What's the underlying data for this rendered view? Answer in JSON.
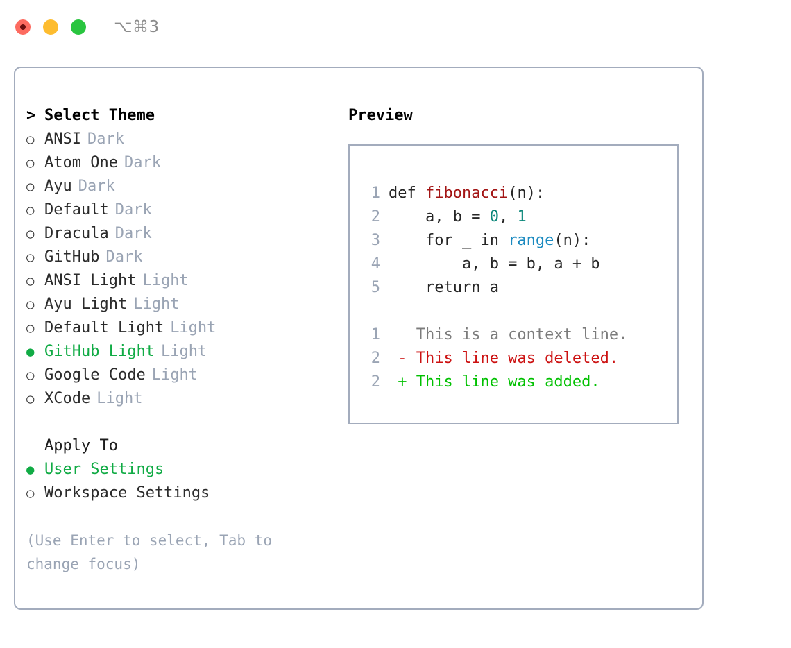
{
  "titlebar": {
    "shortcut": "⌥⌘3",
    "lights": [
      "close-red",
      "minimize-amber",
      "maximize-green"
    ]
  },
  "theme_panel": {
    "heading": "Select Theme",
    "heading_marker": ">",
    "bullet_off": "○",
    "bullet_on": "●",
    "themes": [
      {
        "name": "ANSI",
        "variant": "Dark",
        "selected": false
      },
      {
        "name": "Atom One",
        "variant": "Dark",
        "selected": false
      },
      {
        "name": "Ayu",
        "variant": "Dark",
        "selected": false
      },
      {
        "name": "Default",
        "variant": "Dark",
        "selected": false
      },
      {
        "name": "Dracula",
        "variant": "Dark",
        "selected": false
      },
      {
        "name": "GitHub",
        "variant": "Dark",
        "selected": false
      },
      {
        "name": "ANSI Light",
        "variant": "Light",
        "selected": false
      },
      {
        "name": "Ayu Light",
        "variant": "Light",
        "selected": false
      },
      {
        "name": "Default Light",
        "variant": "Light",
        "selected": false
      },
      {
        "name": "GitHub Light",
        "variant": "Light",
        "selected": true
      },
      {
        "name": "Google Code",
        "variant": "Light",
        "selected": false
      },
      {
        "name": "XCode",
        "variant": "Light",
        "selected": false
      }
    ],
    "apply_to": {
      "heading": "Apply To",
      "options": [
        {
          "name": "User Settings",
          "selected": true
        },
        {
          "name": "Workspace Settings",
          "selected": false
        }
      ]
    },
    "hint": "(Use Enter to select, Tab to change focus)"
  },
  "preview": {
    "title": "Preview",
    "code_lines": [
      {
        "num": "1",
        "segments": [
          {
            "text": "def ",
            "kind": "plain"
          },
          {
            "text": "fibonacci",
            "kind": "fn"
          },
          {
            "text": "(n):",
            "kind": "plain"
          }
        ]
      },
      {
        "num": "2",
        "segments": [
          {
            "text": "    a, b = ",
            "kind": "plain"
          },
          {
            "text": "0",
            "kind": "num"
          },
          {
            "text": ", ",
            "kind": "plain"
          },
          {
            "text": "1",
            "kind": "num"
          }
        ]
      },
      {
        "num": "3",
        "segments": [
          {
            "text": "    for _ in ",
            "kind": "plain"
          },
          {
            "text": "range",
            "kind": "builtin"
          },
          {
            "text": "(n):",
            "kind": "plain"
          }
        ]
      },
      {
        "num": "4",
        "segments": [
          {
            "text": "        a, b = b, a + b",
            "kind": "plain"
          }
        ]
      },
      {
        "num": "5",
        "segments": [
          {
            "text": "    return a",
            "kind": "plain"
          }
        ]
      }
    ],
    "diff_lines": [
      {
        "num": "1",
        "sign": " ",
        "text": "This is a context line.",
        "kind": "ctx"
      },
      {
        "num": "2",
        "sign": "-",
        "text": "This line was deleted.",
        "kind": "del"
      },
      {
        "num": "2",
        "sign": "+",
        "text": "This line was added.",
        "kind": "add"
      }
    ]
  },
  "colors": {
    "accent_green": "#11ab45",
    "diff_add": "#00c000",
    "diff_del": "#cc1111",
    "muted": "#9aa4b4",
    "border": "#a3acbd",
    "syntax_fn": "#a31515",
    "syntax_num": "#098679",
    "syntax_builtin": "#1b8ac0"
  }
}
